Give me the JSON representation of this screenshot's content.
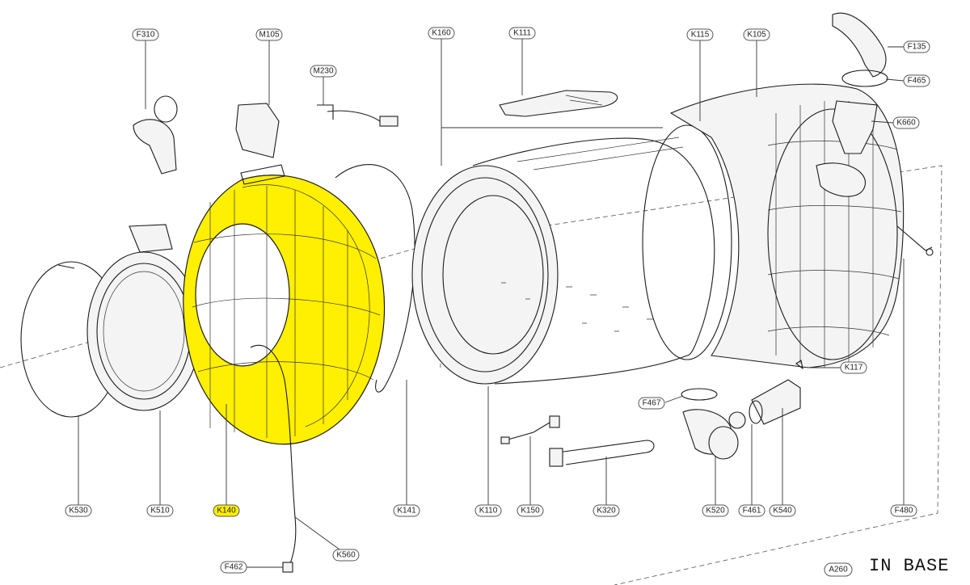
{
  "diagram": {
    "labels": {
      "F310": "F310",
      "M105": "M105",
      "M230": "M230",
      "K160": "K160",
      "K111": "K111",
      "K115": "K115",
      "K105": "K105",
      "F135": "F135",
      "F465": "F465",
      "K660": "K660",
      "K117": "K117",
      "F467": "F467",
      "K530": "K530",
      "K510": "K510",
      "K140": "K140",
      "K141": "K141",
      "K110": "K110",
      "K150": "K150",
      "K320": "K320",
      "K520": "K520",
      "F461": "F461",
      "K540": "K540",
      "F480": "F480",
      "F462": "F462",
      "K560": "K560",
      "A260": "A260"
    },
    "highlighted_part": "K140",
    "highlight_color": "#ffef00",
    "footer_note": "IN BASE"
  }
}
